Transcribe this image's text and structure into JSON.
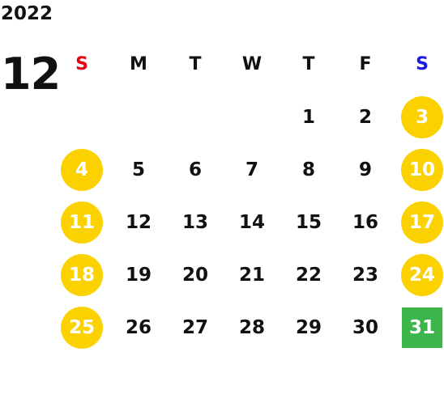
{
  "calendar": {
    "year": "2022",
    "month": "12",
    "weekdays": [
      "S",
      "M",
      "T",
      "W",
      "T",
      "F",
      "S"
    ],
    "weeks": [
      [
        "",
        "",
        "",
        "",
        "1",
        "2",
        "3"
      ],
      [
        "4",
        "5",
        "6",
        "7",
        "8",
        "9",
        "10"
      ],
      [
        "11",
        "12",
        "13",
        "14",
        "15",
        "16",
        "17"
      ],
      [
        "18",
        "19",
        "20",
        "21",
        "22",
        "23",
        "24"
      ],
      [
        "25",
        "26",
        "27",
        "28",
        "29",
        "30",
        "31"
      ]
    ],
    "weekend_days": [
      "3",
      "4",
      "10",
      "11",
      "17",
      "18",
      "24",
      "25"
    ],
    "highlighted_day": "31"
  },
  "colors": {
    "sunday": "#e60012",
    "saturday": "#1a1ae6",
    "weekday": "#111111",
    "holiday_circle": "#fcd100",
    "highlight": "#3cb54a"
  }
}
